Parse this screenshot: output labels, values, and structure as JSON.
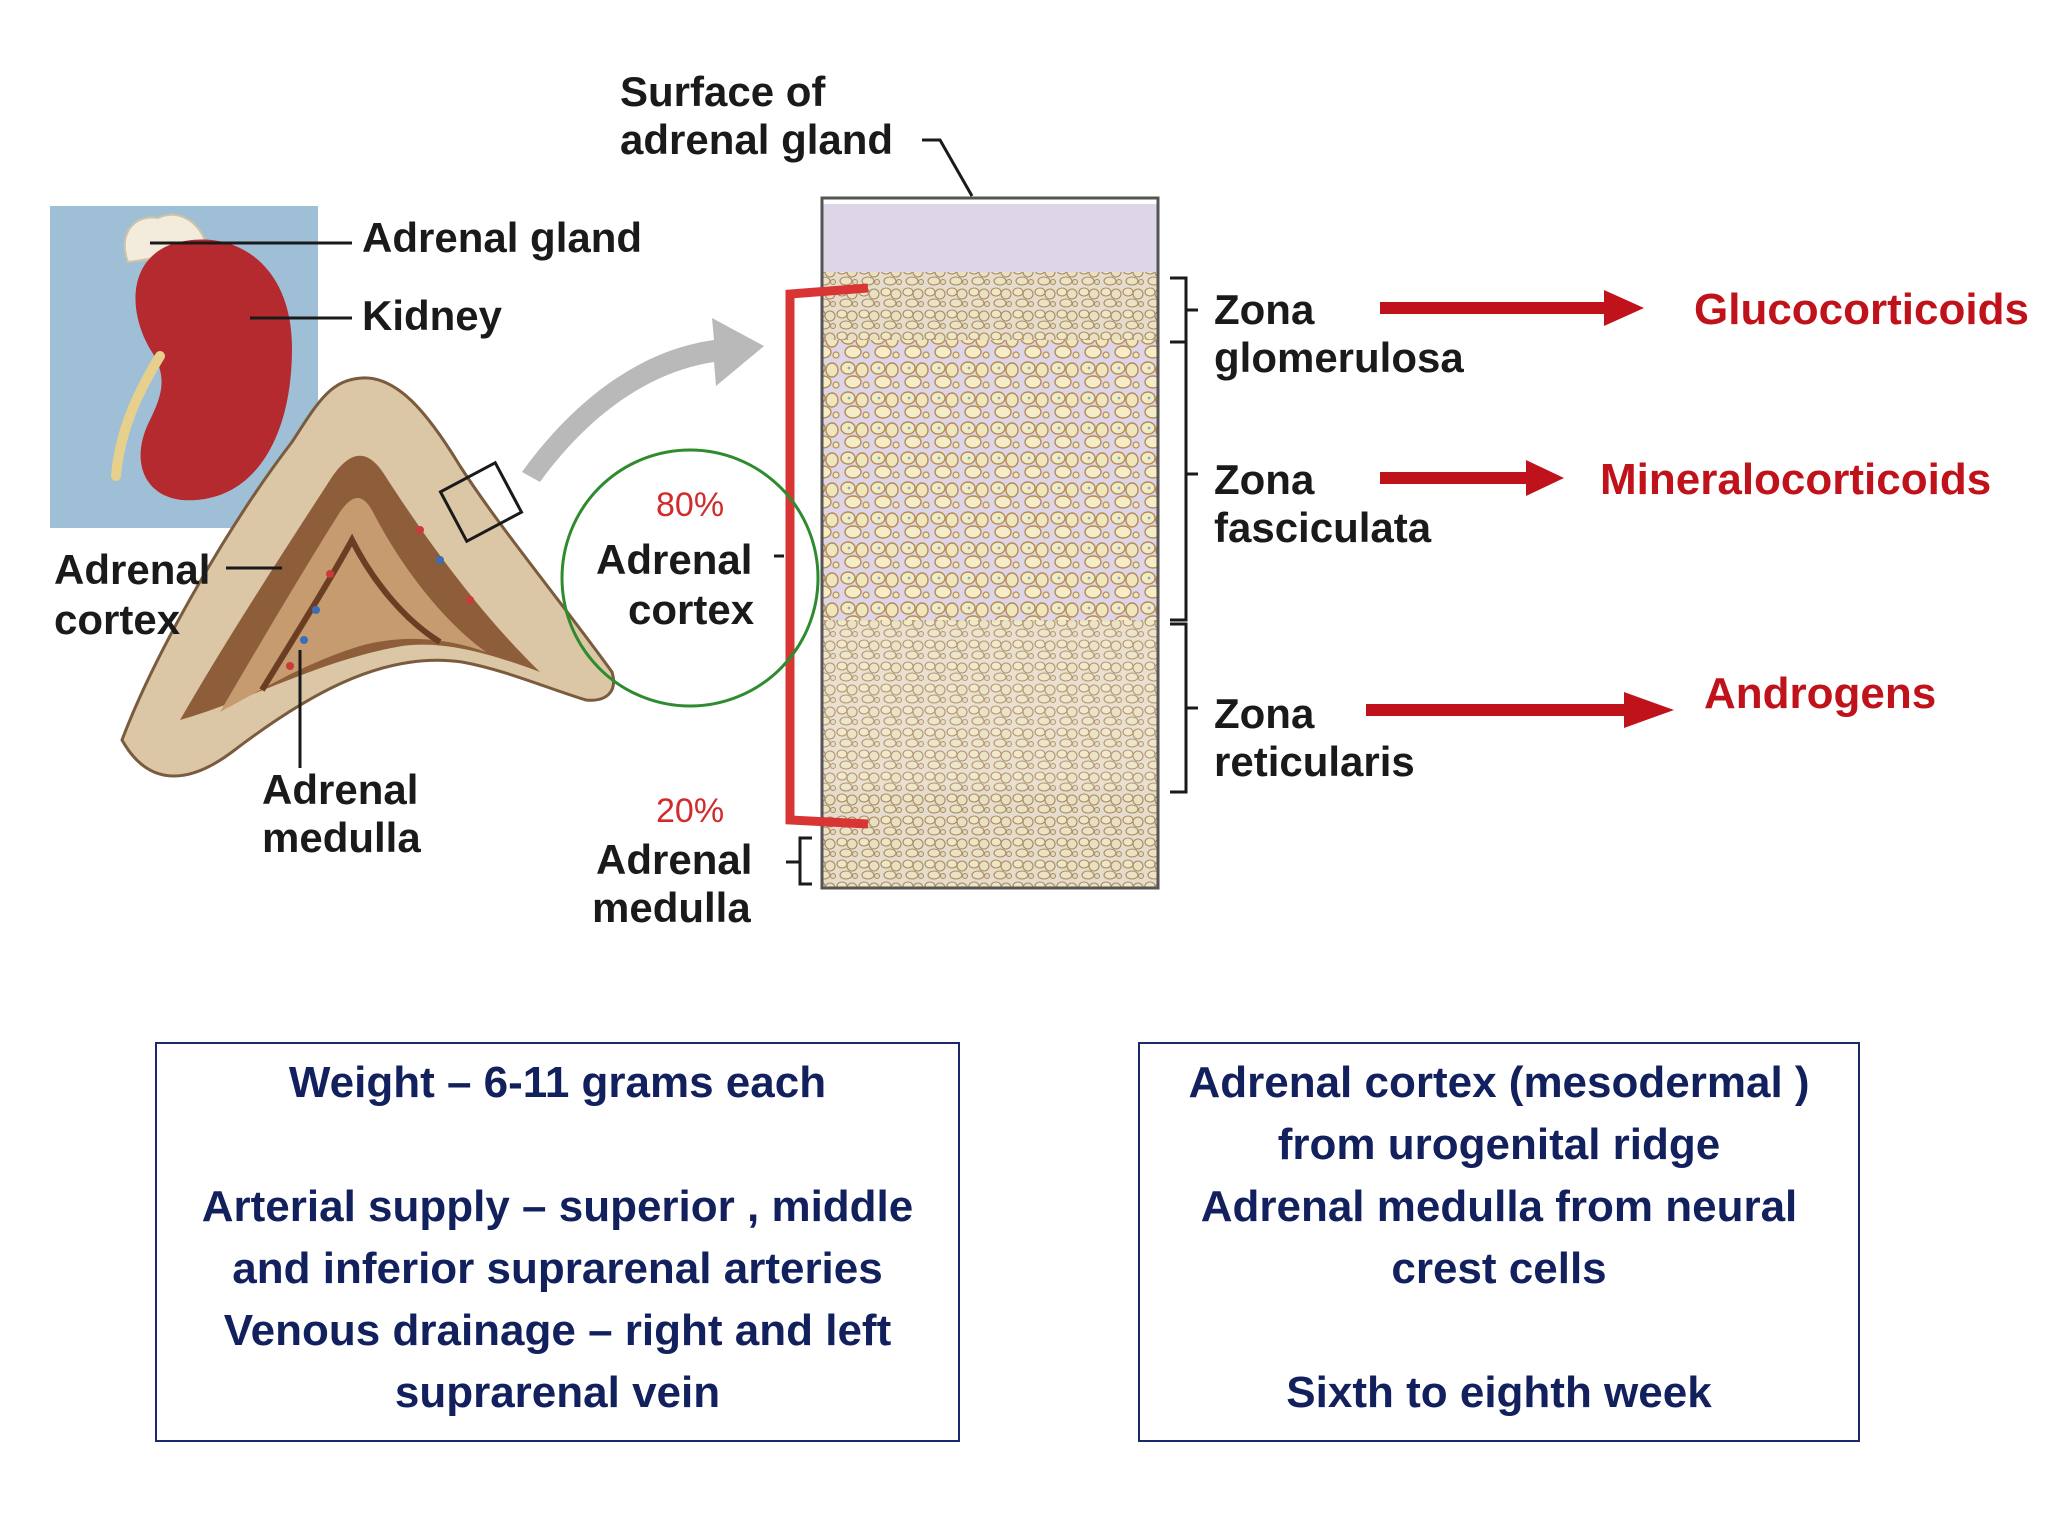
{
  "labels": {
    "surface_line1": "Surface of",
    "surface_line2": "adrenal gland",
    "adrenal_gland": "Adrenal gland",
    "kidney": "Kidney",
    "left_cortex_line1": "Adrenal",
    "left_cortex_line2": "cortex",
    "left_medulla_line1": "Adrenal",
    "left_medulla_line2": "medulla",
    "cortex_percent": "80%",
    "cortex_line1": "Adrenal",
    "cortex_line2": "cortex",
    "medulla_percent": "20%",
    "medulla_line1": "Adrenal",
    "medulla_line2": "medulla"
  },
  "zones": [
    {
      "line1": "Zona",
      "line2": "glomerulosa",
      "hormone": "Glucocorticoids"
    },
    {
      "line1": "Zona",
      "line2": "fasciculata",
      "hormone": "Mineralocorticoids"
    },
    {
      "line1": "Zona",
      "line2": "reticularis",
      "hormone": "Androgens"
    }
  ],
  "colors": {
    "hormone_red": "#c0121a",
    "box_border": "#1b2a6b",
    "box_text": "#12205e",
    "bracket_red": "#d93535",
    "circle_green": "#2e8b2e"
  },
  "info_left": {
    "line1": "Weight – 6-11 grams each",
    "line2": "Arterial  supply – superior , middle",
    "line3": "and inferior suprarenal arteries",
    "line4": "Venous drainage – right and left",
    "line5": "suprarenal vein"
  },
  "info_right": {
    "line1": "Adrenal cortex  (mesodermal )",
    "line2": "from urogenital ridge",
    "line3": "Adrenal medulla from neural",
    "line4": "crest cells",
    "line5": "Sixth to eighth week"
  }
}
